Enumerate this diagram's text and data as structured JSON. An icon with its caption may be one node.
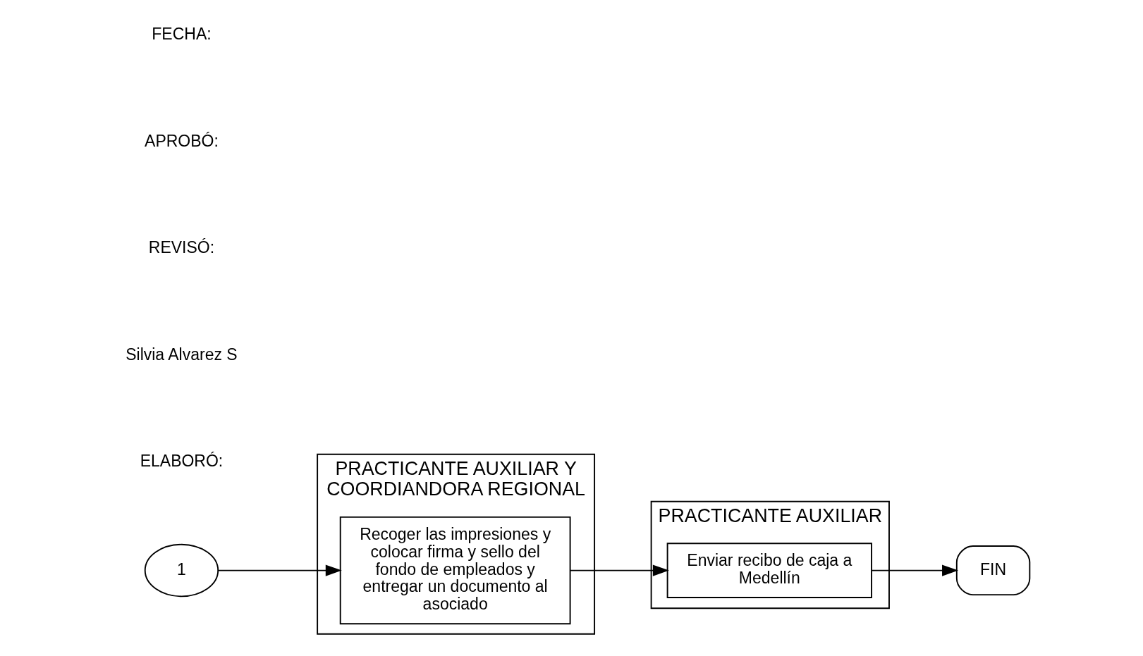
{
  "diagram": {
    "nodes": [
      {
        "text": [
          "PRACTICANTE AUXILIAR Y COORDIANDORA REGIONAL"
        ]
      },
      {
        "text": [
          "PRACTICANTE AUXILIAR"
        ]
      },
      {
        "text": [
          "1"
        ]
      },
      {
        "text": [
          "Recoger las impresiones y colocar firma y sello del fondo de empleados y entregar un documento al asociado"
        ],
        "in": 0
      },
      {
        "text": [
          "Enviar recibo de caja a Medellín"
        ],
        "in": 1
      },
      {
        "text": [
          "FIN"
        ]
      }
    ],
    "edges": [
      {
        "from": 2,
        "to": 3,
        "arrow": "to"
      },
      {
        "from": 3,
        "to": 4,
        "arrow": "to"
      },
      {
        "from": 4,
        "to": 5,
        "arrow": "to"
      }
    ],
    "labels": [
      "ELABORÓ:",
      "Silvia Alvarez S",
      "REVISÓ:",
      "APROBÓ:",
      "FECHA:"
    ]
  }
}
